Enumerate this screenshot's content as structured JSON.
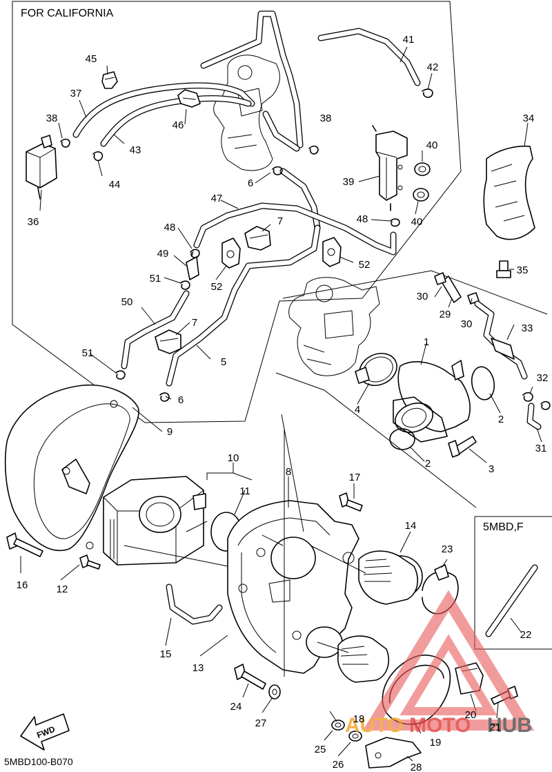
{
  "section_header": "FOR CALIFORNIA",
  "variant_header": "5MBD,F",
  "diagram_code": "5MBD100-B070",
  "direction_label": "FWD",
  "watermark": {
    "part1": "AUTO",
    "part2": "MOTO",
    "part3": "HUB",
    "color_red": "#e23c3c",
    "color_gray": "#4a4a4a",
    "color_orange": "#f0a020"
  },
  "callouts": {
    "c45": "45",
    "c41": "41",
    "c42": "42",
    "c37": "37",
    "c38a": "38",
    "c38b": "38",
    "c46": "46",
    "c43": "43",
    "c44": "44",
    "c36": "36",
    "c6a": "6",
    "c6b": "6",
    "c39": "39",
    "c40a": "40",
    "c40b": "40",
    "c48a": "48",
    "c48b": "48",
    "c47": "47",
    "c7a": "7",
    "c7b": "7",
    "c49": "49",
    "c52a": "52",
    "c52b": "52",
    "c51a": "51",
    "c51b": "51",
    "c50": "50",
    "c5": "5",
    "c34": "34",
    "c35": "35",
    "c30a": "30",
    "c30b": "30",
    "c29": "29",
    "c33": "33",
    "c1": "1",
    "c4": "4",
    "c2a": "2",
    "c2b": "2",
    "c3": "3",
    "c32": "32",
    "c31": "31",
    "c9": "9",
    "c10": "10",
    "c8": "8",
    "c11": "11",
    "c17": "17",
    "c14": "14",
    "c23": "23",
    "c16": "16",
    "c12": "12",
    "c15": "15",
    "c13": "13",
    "c22": "22",
    "c24": "24",
    "c27": "27",
    "c18": "18",
    "c20": "20",
    "c21": "21",
    "c19": "19",
    "c25": "25",
    "c26": "26",
    "c28": "28"
  }
}
